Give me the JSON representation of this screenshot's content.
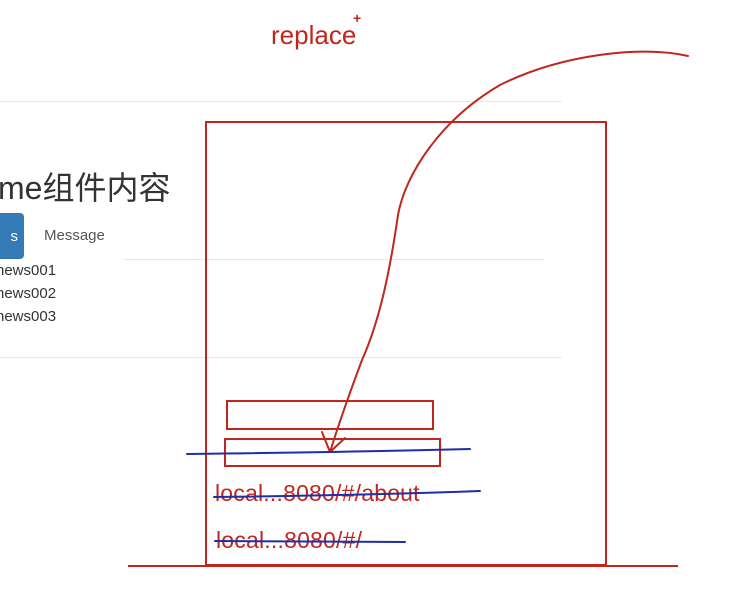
{
  "page": {
    "title": "me组件内容",
    "tabs": [
      {
        "label": "s",
        "active": true
      },
      {
        "label": "Message",
        "active": false
      }
    ],
    "news": [
      "news001",
      "news002",
      "news003"
    ]
  },
  "annotation": {
    "label": "replace",
    "plus": "+",
    "history": [
      "local...8080/#/about",
      "local...8080/#/"
    ]
  },
  "colors": {
    "ink_red": "#c0261c",
    "ink_blue": "#1e2fa8",
    "tab_active": "#337ab7"
  }
}
